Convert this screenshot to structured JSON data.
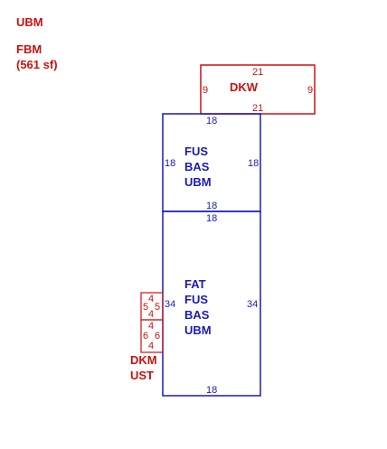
{
  "header": {
    "line1": "UBM",
    "line2": "FBM",
    "line3": "(561 sf)"
  },
  "colors": {
    "red": "#cc1111",
    "blue": "#1a1ab8"
  },
  "areas": {
    "dkw": {
      "label": "DKW",
      "top": "21",
      "bottom": "21",
      "left": "9",
      "right": "9"
    },
    "fus_upper": {
      "label_lines": [
        "FUS",
        "BAS",
        "UBM"
      ],
      "top": "18",
      "bottom": "18",
      "left": "18",
      "right": "18"
    },
    "fat": {
      "label_lines": [
        "FAT",
        "FUS",
        "BAS",
        "UBM"
      ],
      "top": "18",
      "bottom": "18",
      "left": "34",
      "right": "34"
    },
    "dkm_upper": {
      "top": "4",
      "bottom": "4",
      "left": "5",
      "right": "5"
    },
    "dkm_lower": {
      "top": "4",
      "bottom": "4",
      "left": "6",
      "right": "6"
    },
    "dkm_label_lines": [
      "DKM",
      "UST"
    ]
  }
}
